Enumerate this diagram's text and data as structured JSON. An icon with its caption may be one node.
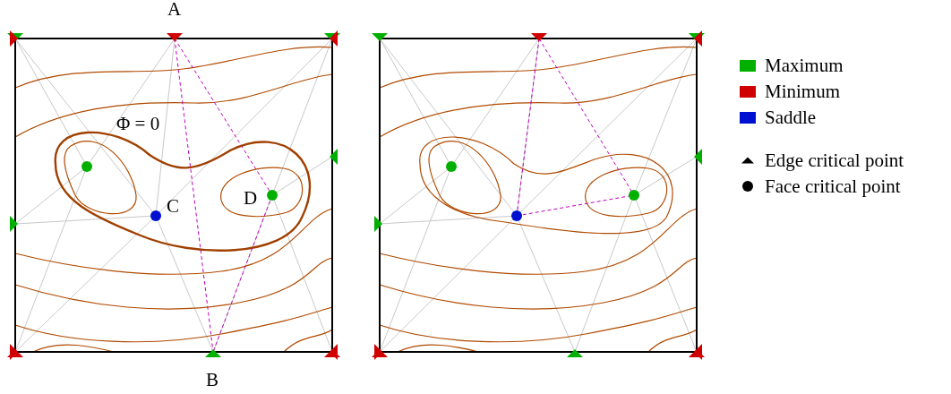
{
  "diagram": {
    "labels": [
      "A",
      "Φ = 0",
      "C",
      "D",
      "B"
    ],
    "legend": [
      {
        "text": "Maximum",
        "color": "#00b000"
      },
      {
        "text": "Minimum",
        "color": "#d00000"
      },
      {
        "text": "Saddle",
        "color": "#0010d0"
      },
      {
        "text": "Edge critical point"
      },
      {
        "text": "Face critical point"
      }
    ]
  }
}
